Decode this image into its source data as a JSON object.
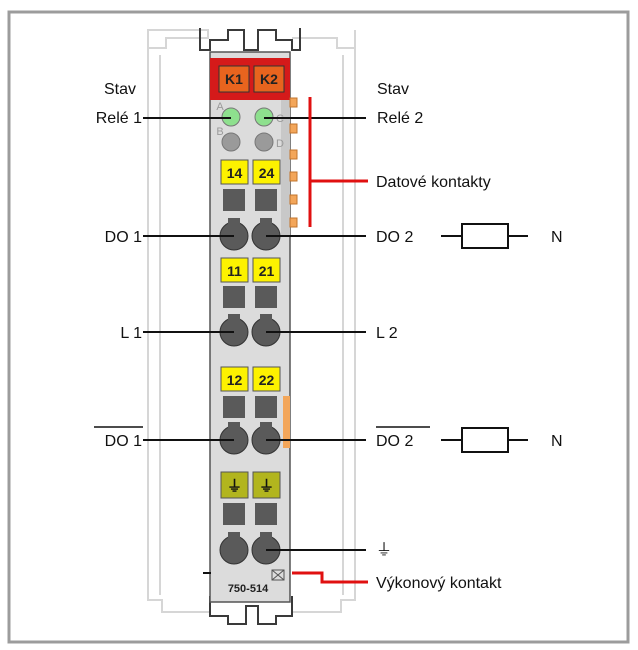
{
  "module": {
    "part_number": "750-514",
    "channels": [
      "K1",
      "K2"
    ],
    "led_letters": [
      "A",
      "C",
      "B",
      "D"
    ],
    "terminal_pairs": [
      [
        "14",
        "24"
      ],
      [
        "11",
        "21"
      ],
      [
        "12",
        "22"
      ]
    ],
    "ground_symbol": "⏚"
  },
  "labels": {
    "status_left_1": "Stav",
    "status_left_2": "Relé 1",
    "status_right_1": "Stav",
    "status_right_2": "Relé 2",
    "data_contacts": "Datové kontakty",
    "do1": "DO 1",
    "do2": "DO 2",
    "l1": "L 1",
    "l2": "L 2",
    "do1_bar": "DO 1",
    "do2_bar": "DO 2",
    "n_top": "N",
    "n_bottom": "N",
    "power_contact": "Výkonový kontakt"
  },
  "colors": {
    "frame_border": "#9c9c9c",
    "module_body": "#dcdcdc",
    "header_orange": "#e8641e",
    "header_red": "#d51a1a",
    "led_green": "#8ee08e",
    "terminal_yellow": "#fdf200",
    "ground_olive": "#b2b51e",
    "data_contact_orange": "#f3a65a",
    "callout_red": "#e01010"
  }
}
